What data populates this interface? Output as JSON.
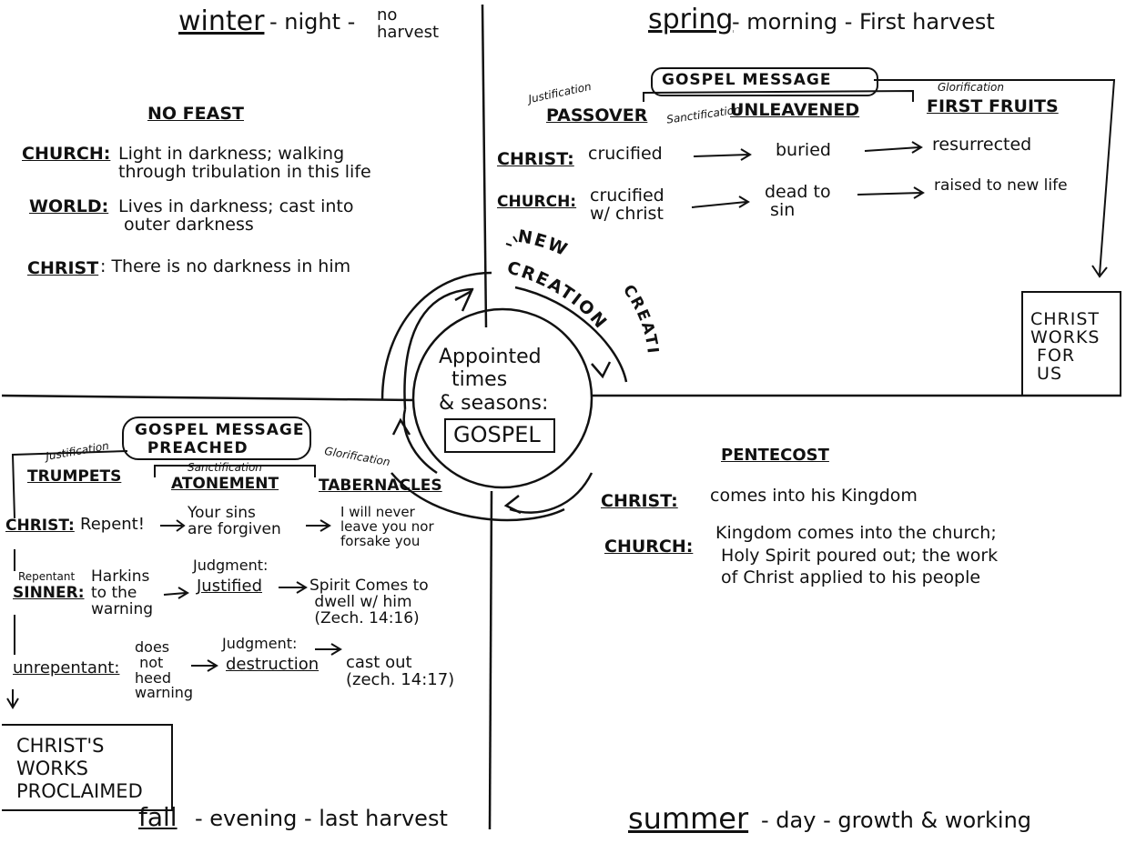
{
  "winter": {
    "season": "winter",
    "rest": "- night -",
    "no_harvest": "no\nharvest",
    "feast": "NO FEAST",
    "church_label": "CHURCH:",
    "church_text": "Light in darkness; walking\nthrough tribulation in this life",
    "world_label": "WORLD:",
    "world_text": "Lives in darkness; cast into\n outer darkness",
    "christ_label": "CHRIST",
    "christ_text": ": There is no darkness in him"
  },
  "spring": {
    "season": "spring",
    "rest": "- morning - First harvest",
    "gospel_message": "GOSPEL MESSAGE",
    "justification": "Justification",
    "sanctification": "Sanctification",
    "glorification": "Glorification",
    "passover": "PASSOVER",
    "unleavened": "UNLEAVENED",
    "first_fruits": "FIRST FRUITS",
    "christ_label": "CHRIST:",
    "christ_1": "crucified",
    "christ_2": "buried",
    "christ_3": "resurrected",
    "church_label": "CHURCH:",
    "church_1": "crucified\nw/ christ",
    "church_2": "dead to\n sin",
    "church_3": "raised to new life",
    "works_box": "CHRIST\nWORKS\n FOR\n US"
  },
  "center": {
    "new_creation_1": "NEW",
    "new_creation_2": "CREATION",
    "appointed": "Appointed\n  times\n& seasons:",
    "gospel": "GOSPEL"
  },
  "fall": {
    "season": "fall",
    "rest": "- evening - last harvest",
    "gospel_message": "GOSPEL MESSAGE\n  PREACHED",
    "justification": "Justification",
    "sanctification": "Sanctification",
    "glorification": "Glorification",
    "trumpets": "TRUMPETS",
    "atonement": "ATONEMENT",
    "tabernacles": "TABERNACLES",
    "christ_label": "CHRIST:",
    "christ_1": "Repent!",
    "christ_2": "Your sins\nare forgiven",
    "christ_3": "I will never\nleave you nor\nforsake you",
    "repentant": "Repentant",
    "sinner_label": "SINNER:",
    "sinner_1": "Harkins\nto the\nwarning",
    "judgment_1": "Judgment:",
    "sinner_2": "Justified",
    "sinner_3": "Spirit Comes to\n dwell w/ him\n (Zech. 14:16)",
    "unrepentant_label": "unrepentant:",
    "unrep_1": "does\n not\nheed\nwarning",
    "judgment_2": "Judgment:",
    "unrep_2": "destruction",
    "unrep_3": "cast out\n(zech. 14:17)",
    "works_box": "CHRIST'S\nWORKS\nPROCLAIMED"
  },
  "summer": {
    "season": "summer",
    "rest": "- day - growth & working",
    "feast": "PENTECOST",
    "christ_label": "CHRIST:",
    "christ_text": "comes into his Kingdom",
    "church_label": "CHURCH:",
    "church_text": "Kingdom comes into the church;\n Holy Spirit poured out; the work\n of Christ applied to his people"
  }
}
